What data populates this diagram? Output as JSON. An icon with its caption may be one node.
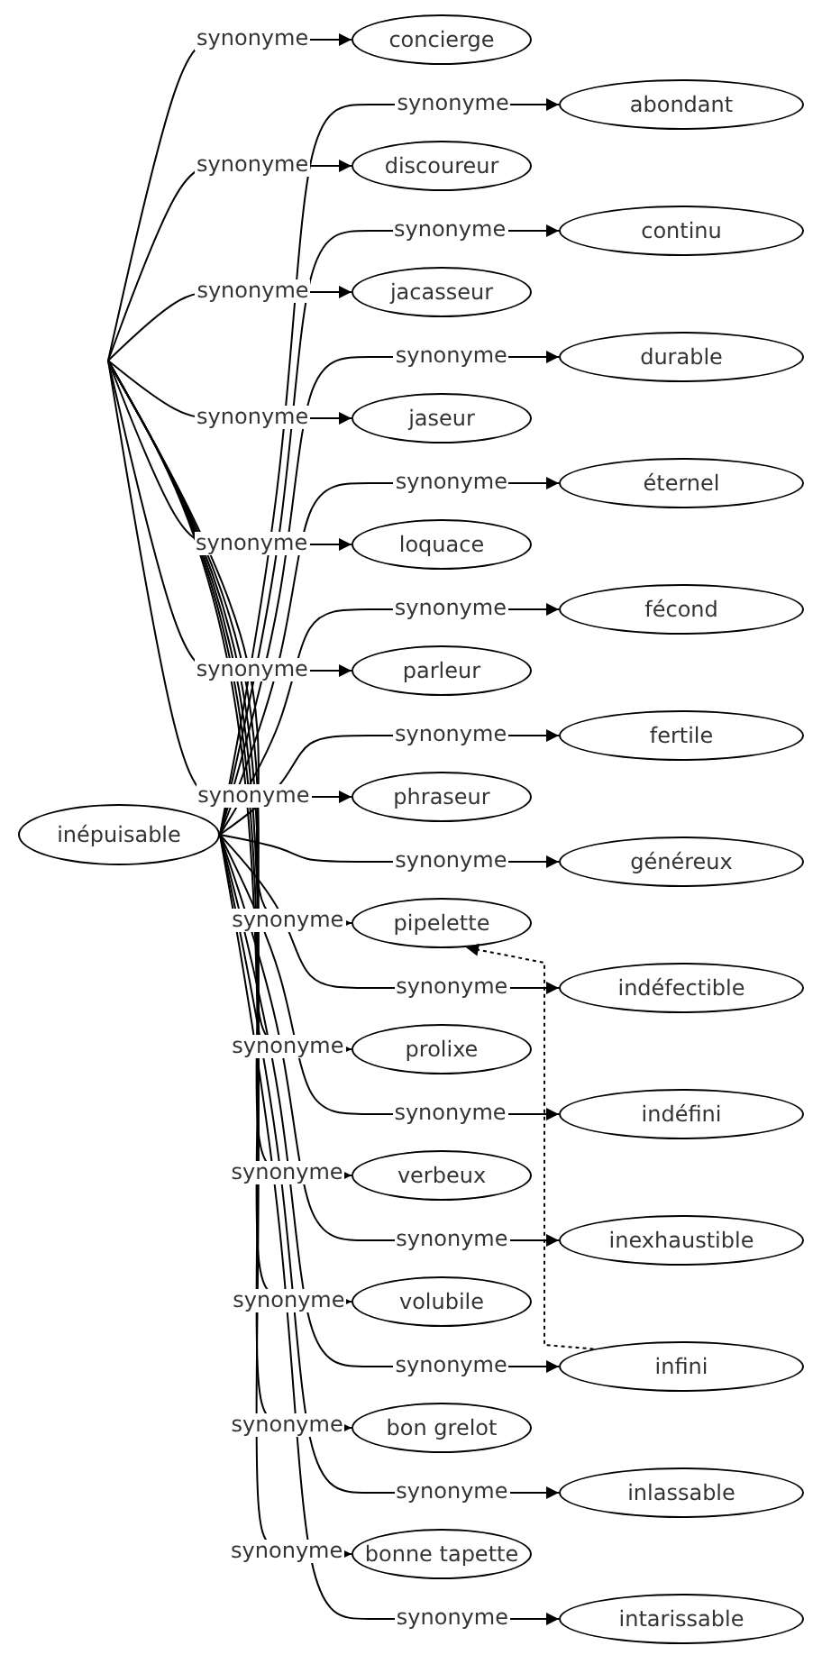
{
  "diagram": {
    "nodes": [
      {
        "text": [
          "inépuisable"
        ]
      },
      {
        "text": [
          "concierge"
        ]
      },
      {
        "text": [
          "abondant"
        ]
      },
      {
        "text": [
          "discoureur"
        ]
      },
      {
        "text": [
          "continu"
        ]
      },
      {
        "text": [
          "jacasseur"
        ]
      },
      {
        "text": [
          "durable"
        ]
      },
      {
        "text": [
          "jaseur"
        ]
      },
      {
        "text": [
          "éternel"
        ]
      },
      {
        "text": [
          "loquace"
        ]
      },
      {
        "text": [
          "fécond"
        ]
      },
      {
        "text": [
          "parleur"
        ]
      },
      {
        "text": [
          "fertile"
        ]
      },
      {
        "text": [
          "phraseur"
        ]
      },
      {
        "text": [
          "généreux"
        ]
      },
      {
        "text": [
          "pipelette"
        ]
      },
      {
        "text": [
          "indéfectible"
        ]
      },
      {
        "text": [
          "prolixe"
        ]
      },
      {
        "text": [
          "indéfini"
        ]
      },
      {
        "text": [
          "verbeux"
        ]
      },
      {
        "text": [
          "inexhaustible"
        ]
      },
      {
        "text": [
          "volubile"
        ]
      },
      {
        "text": [
          "infini"
        ]
      },
      {
        "text": [
          "bon grelot"
        ]
      },
      {
        "text": [
          "inlassable"
        ]
      },
      {
        "text": [
          "bonne tapette"
        ]
      },
      {
        "text": [
          "intarissable"
        ]
      }
    ],
    "edges": [
      {
        "from": null,
        "to": 1,
        "arrow": "to",
        "label": "synonyme"
      },
      {
        "from": 0,
        "to": 2,
        "arrow": "to",
        "label": "synonyme"
      },
      {
        "from": null,
        "to": 3,
        "arrow": "to",
        "label": "synonyme"
      },
      {
        "from": 0,
        "to": 4,
        "arrow": "to",
        "label": "synonyme"
      },
      {
        "from": null,
        "to": 5,
        "arrow": "to",
        "label": "synonyme"
      },
      {
        "from": 0,
        "to": 6,
        "arrow": "to",
        "label": "synonyme"
      },
      {
        "from": null,
        "to": 7,
        "arrow": "to",
        "label": "synonyme"
      },
      {
        "from": 0,
        "to": 8,
        "arrow": "to",
        "label": "synonyme"
      },
      {
        "from": null,
        "to": 9,
        "arrow": "to",
        "label": "synonyme"
      },
      {
        "from": 0,
        "to": 10,
        "arrow": "to",
        "label": "synonyme"
      },
      {
        "from": null,
        "to": 11,
        "arrow": "to",
        "label": "synonyme"
      },
      {
        "from": 0,
        "to": 12,
        "arrow": "to",
        "label": "synonyme"
      },
      {
        "from": null,
        "to": 13,
        "arrow": "to",
        "label": "synonyme"
      },
      {
        "from": 0,
        "to": 14,
        "arrow": "to",
        "label": "synonyme"
      },
      {
        "from": null,
        "to": 15,
        "arrow": "to",
        "label": "synonyme"
      },
      {
        "from": 0,
        "to": 16,
        "arrow": "to",
        "label": "synonyme"
      },
      {
        "from": null,
        "to": 17,
        "arrow": "to",
        "label": "synonyme"
      },
      {
        "from": 0,
        "to": 18,
        "arrow": "to",
        "label": "synonyme"
      },
      {
        "from": null,
        "to": 19,
        "arrow": "to",
        "label": "synonyme"
      },
      {
        "from": 0,
        "to": 20,
        "arrow": "to",
        "label": "synonyme"
      },
      {
        "from": null,
        "to": 21,
        "arrow": "to",
        "label": "synonyme"
      },
      {
        "from": 0,
        "to": 22,
        "arrow": "to",
        "label": "synonyme"
      },
      {
        "from": null,
        "to": 23,
        "arrow": "to",
        "label": "synonyme"
      },
      {
        "from": 0,
        "to": 24,
        "arrow": "to",
        "label": "synonyme"
      },
      {
        "from": null,
        "to": 25,
        "arrow": "to",
        "label": "synonyme"
      },
      {
        "from": 0,
        "to": 26,
        "arrow": "to",
        "label": "synonyme"
      },
      {
        "from": 22,
        "to": 15,
        "arrow": "to",
        "style": "dashed"
      }
    ]
  }
}
